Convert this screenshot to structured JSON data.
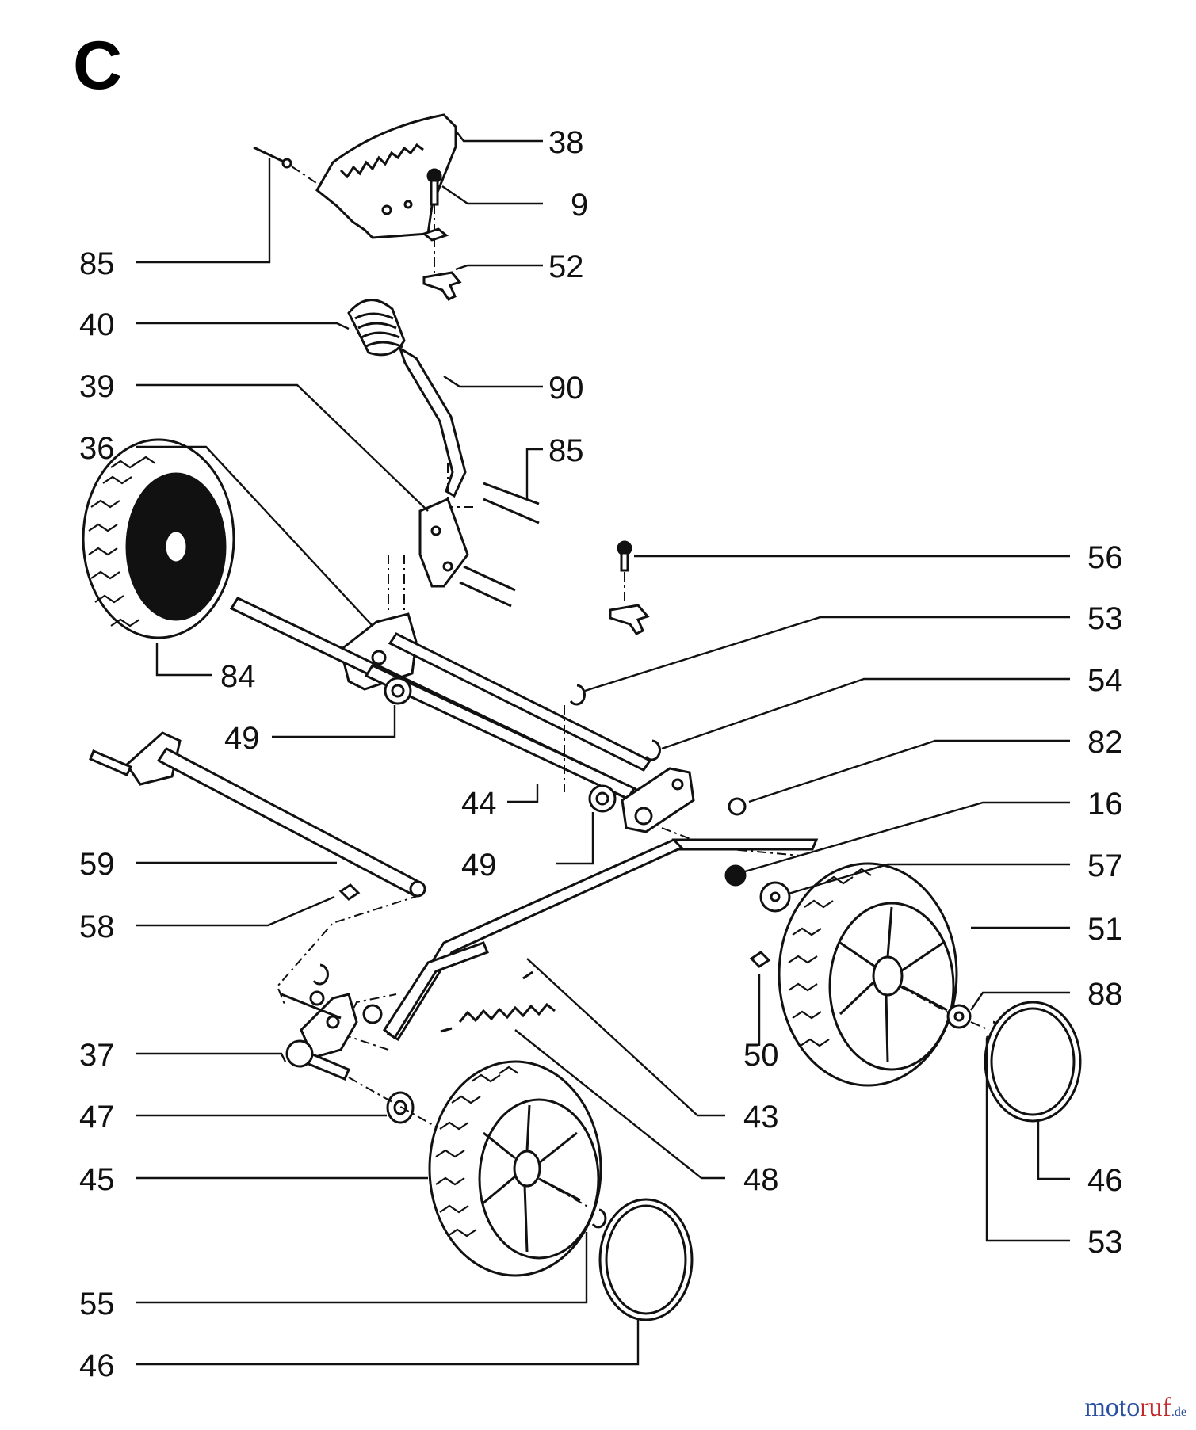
{
  "section_letter": "C",
  "watermark": {
    "part1": "moto",
    "part2": "ruf",
    "suffix": ".de"
  },
  "callouts": {
    "c85a": "85",
    "c38": "38",
    "c9": "9",
    "c52": "52",
    "c40": "40",
    "c90": "90",
    "c39": "39",
    "c85b": "85",
    "c36": "36",
    "c56": "56",
    "c53a": "53",
    "c84": "84",
    "c54": "54",
    "c49a": "49",
    "c82": "82",
    "c44": "44",
    "c16": "16",
    "c49b": "49",
    "c59": "59",
    "c57": "57",
    "c58": "58",
    "c51": "51",
    "c50": "50",
    "c88": "88",
    "c37": "37",
    "c43": "43",
    "c47": "47",
    "c48": "48",
    "c45": "45",
    "c46a": "46",
    "c53b": "53",
    "c55": "55",
    "c46b": "46"
  },
  "icons": [
    "wheel-icon",
    "axle-icon",
    "spring-icon",
    "bracket-icon",
    "lever-icon",
    "hubcap-icon",
    "bolt-icon"
  ]
}
